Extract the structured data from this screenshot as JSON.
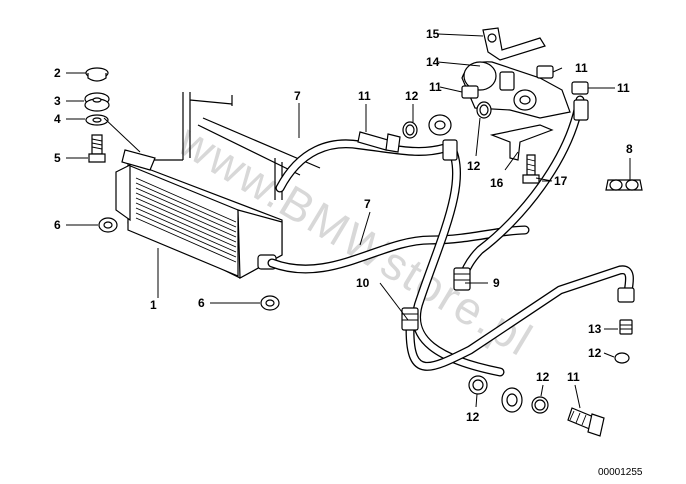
{
  "watermark": "www.BMWstore.pl",
  "drawing_number": "00001255",
  "callouts": {
    "c1": "1",
    "c2": "2",
    "c3": "3",
    "c4": "4",
    "c5": "5",
    "c6a": "6",
    "c6b": "6",
    "c7a": "7",
    "c7b": "7",
    "c8": "8",
    "c9": "9",
    "c10": "10",
    "c11a": "11",
    "c11b": "11",
    "c11c": "11",
    "c11d": "11",
    "c11e": "11",
    "c12a": "12",
    "c12b": "12",
    "c12c": "12",
    "c12d": "12",
    "c12e": "12",
    "c13": "13",
    "c14": "14",
    "c15": "15",
    "c16": "16",
    "c17": "17"
  }
}
